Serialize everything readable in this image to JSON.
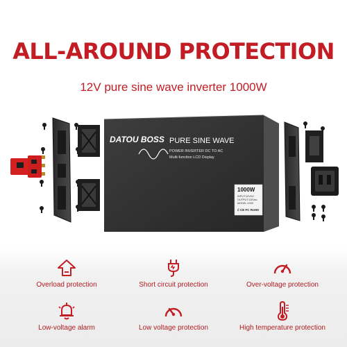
{
  "headline": "ALL-AROUND PROTECTION",
  "subtitle": "12V pure sine wave inverter 1000W",
  "device": {
    "brand": "DATOU BOSS",
    "product_name": "PURE SINE WAVE",
    "line1": "POWER INVERTER  DC TO AC",
    "line2": "Multi-function LCD Display",
    "wattage": "1000W",
    "spec_lines": [
      "INPUT:12VDC",
      "OUTPUT:110Vac",
      "MODEL:1000"
    ],
    "marks": "ℰ CE FC RoHS"
  },
  "features": [
    {
      "label": "Overload protection",
      "icon": "overload-arrow-icon"
    },
    {
      "label": "Short circuit protection",
      "icon": "plug-icon"
    },
    {
      "label": "Over-voltage protection",
      "icon": "gauge-high-icon"
    },
    {
      "label": "Low-voltage alarm",
      "icon": "alarm-bell-icon"
    },
    {
      "label": "Low voltage protection",
      "icon": "gauge-low-icon"
    },
    {
      "label": "High temperature protection",
      "icon": "thermometer-icon"
    }
  ],
  "colors": {
    "accent": "#c21c24",
    "device_body": "#333333",
    "terminal_red": "#d42020",
    "panel_bg": "#ededed"
  }
}
